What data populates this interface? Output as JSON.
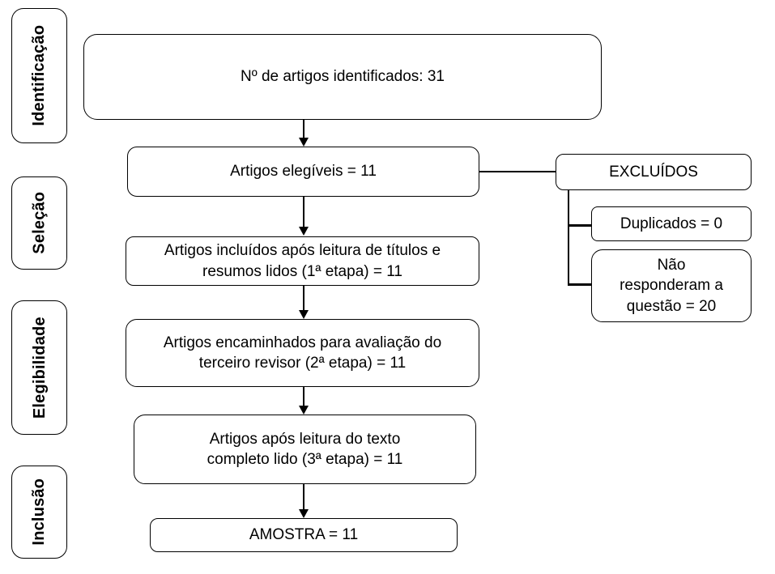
{
  "diagram": {
    "type": "prisma-flowchart",
    "language": "pt-BR",
    "colors": {
      "line": "#000000",
      "text": "#000000",
      "background": "#ffffff"
    }
  },
  "sidebar": {
    "stages": [
      {
        "label": "Identificação"
      },
      {
        "label": "Seleção"
      },
      {
        "label": "Elegibilidade"
      },
      {
        "label": "Inclusão"
      }
    ]
  },
  "flow": {
    "boxes": [
      {
        "label": "Nº de artigos identificados: 31"
      },
      {
        "label": "Artigos elegíveis = 11"
      },
      {
        "label": "Artigos incluídos após leitura de títulos e resumos lidos (1ª etapa) = 11"
      },
      {
        "label": "Artigos encaminhados para avaliação do terceiro revisor (2ª etapa) = 11"
      },
      {
        "label": "Artigos após leitura do texto completo lido (3ª etapa) = 11"
      },
      {
        "label": "AMOSTRA = 11"
      }
    ]
  },
  "exclusions": {
    "header": "EXCLUÍDOS",
    "items": [
      {
        "label": "Duplicados = 0"
      },
      {
        "label": "Não responderam a questão = 20"
      }
    ]
  }
}
